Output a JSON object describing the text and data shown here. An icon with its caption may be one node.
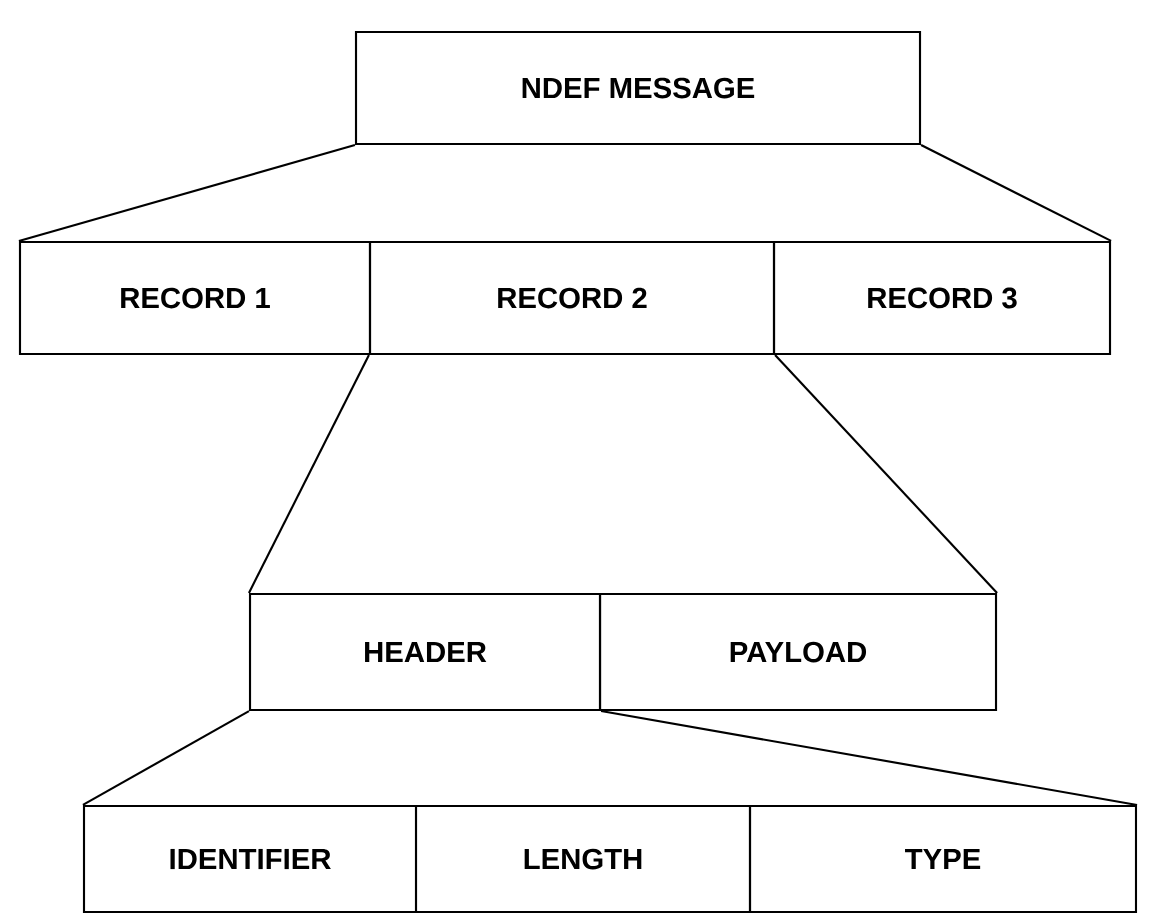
{
  "diagram": {
    "nodes": [
      {
        "text": [
          "NDEF MESSAGE"
        ]
      },
      {
        "text": [
          "RECORD 1"
        ]
      },
      {
        "text": [
          "RECORD 2"
        ]
      },
      {
        "text": [
          "RECORD 3"
        ]
      },
      {
        "text": [
          "HEADER"
        ]
      },
      {
        "text": [
          "PAYLOAD"
        ]
      },
      {
        "text": [
          "IDENTIFIER"
        ]
      },
      {
        "text": [
          "LENGTH"
        ]
      },
      {
        "text": [
          "TYPE"
        ]
      }
    ],
    "edges": [
      {
        "from": 0,
        "to": 1,
        "arrow": "none"
      },
      {
        "from": 0,
        "to": 3,
        "arrow": "none"
      },
      {
        "from": 2,
        "to": 4,
        "arrow": "none"
      },
      {
        "from": 2,
        "to": 5,
        "arrow": "none"
      },
      {
        "from": 4,
        "to": 6,
        "arrow": "none"
      },
      {
        "from": 4,
        "to": 8,
        "arrow": "none"
      }
    ]
  }
}
